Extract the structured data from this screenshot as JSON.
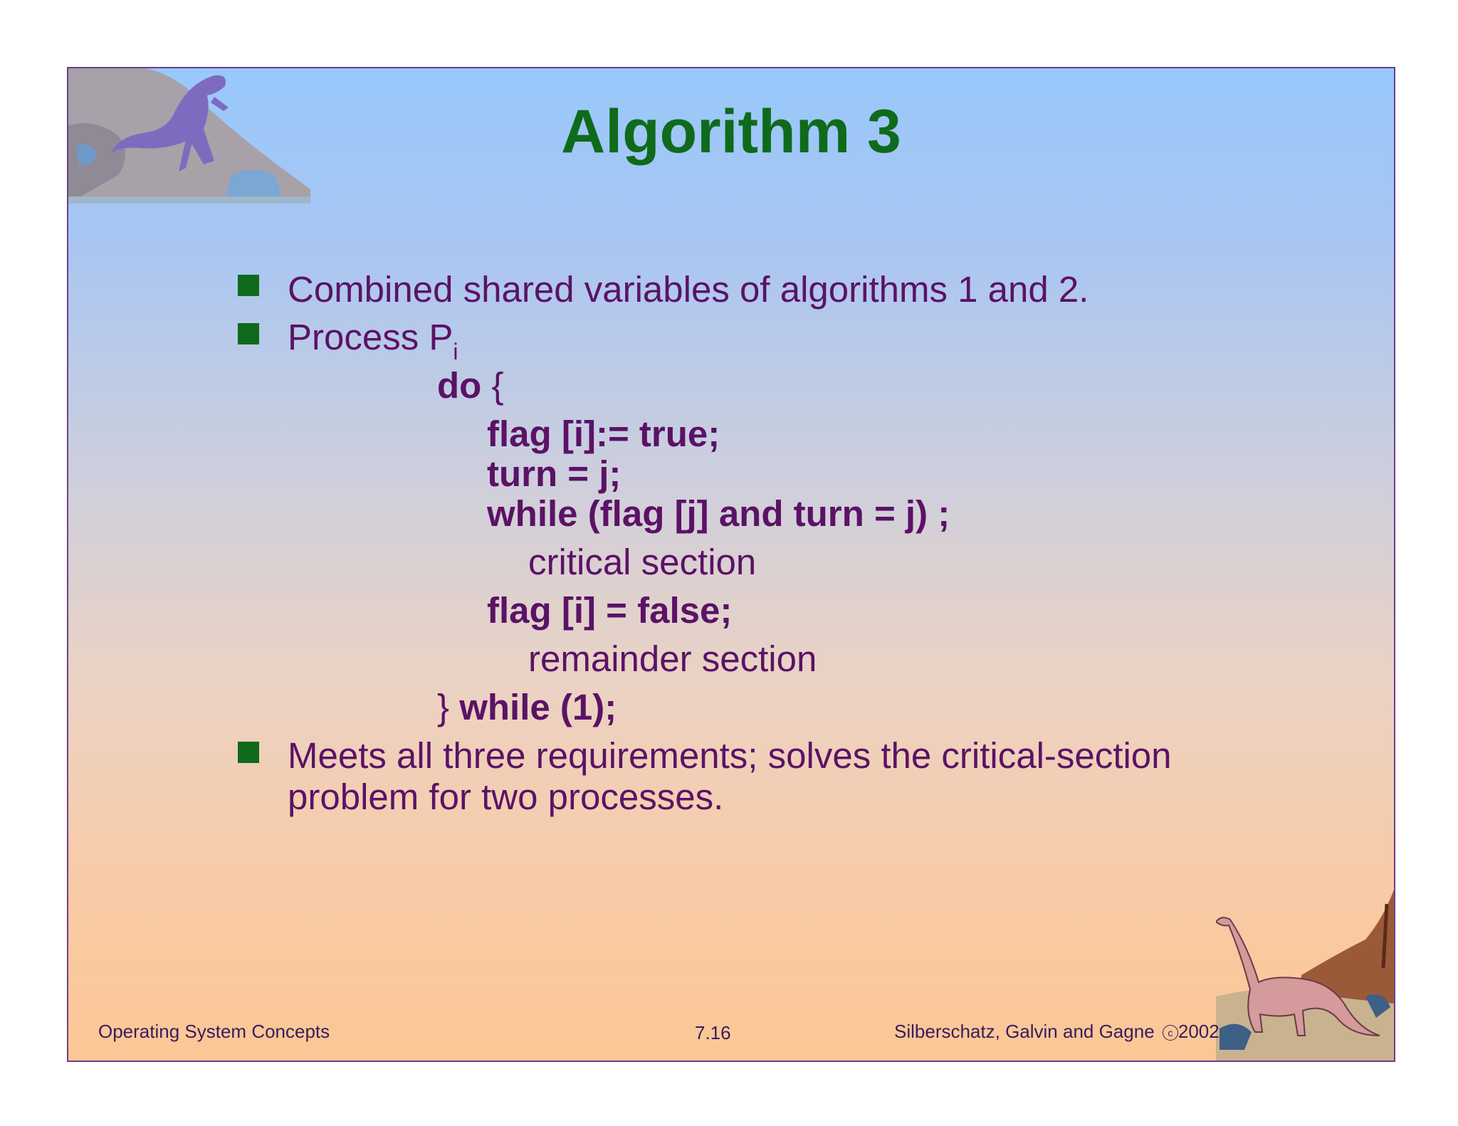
{
  "slide": {
    "title": "Algorithm 3",
    "bullets": [
      "Combined shared variables of algorithms 1 and 2.",
      {
        "text": "Process P",
        "subscript": "i"
      },
      {
        "line1": "Meets all three requirements; solves the critical-section",
        "line2": "problem for two processes."
      }
    ],
    "code": {
      "do_keyword": "do",
      "open_brace": " {",
      "line1": "flag [i]:= true;",
      "line2": "turn = j;",
      "line3": "while (flag [j] and turn = j) ;",
      "critical": "critical section",
      "line4": "flag [i] = false;",
      "remainder": "remainder section",
      "close_brace": "} ",
      "end_while": "while (1);"
    }
  },
  "footer": {
    "left": "Operating System Concepts",
    "center": "7.16",
    "right": "Silberschatz, Galvin and  Gagne ",
    "copyright_symbol": "c",
    "year": "2002"
  },
  "colors": {
    "title": "#0f6a1c",
    "text": "#5b1266",
    "bullet": "#0f6a1c",
    "border": "#6b3e8c"
  },
  "decorations": [
    "t-rex-illustration",
    "brontosaurus-illustration"
  ]
}
